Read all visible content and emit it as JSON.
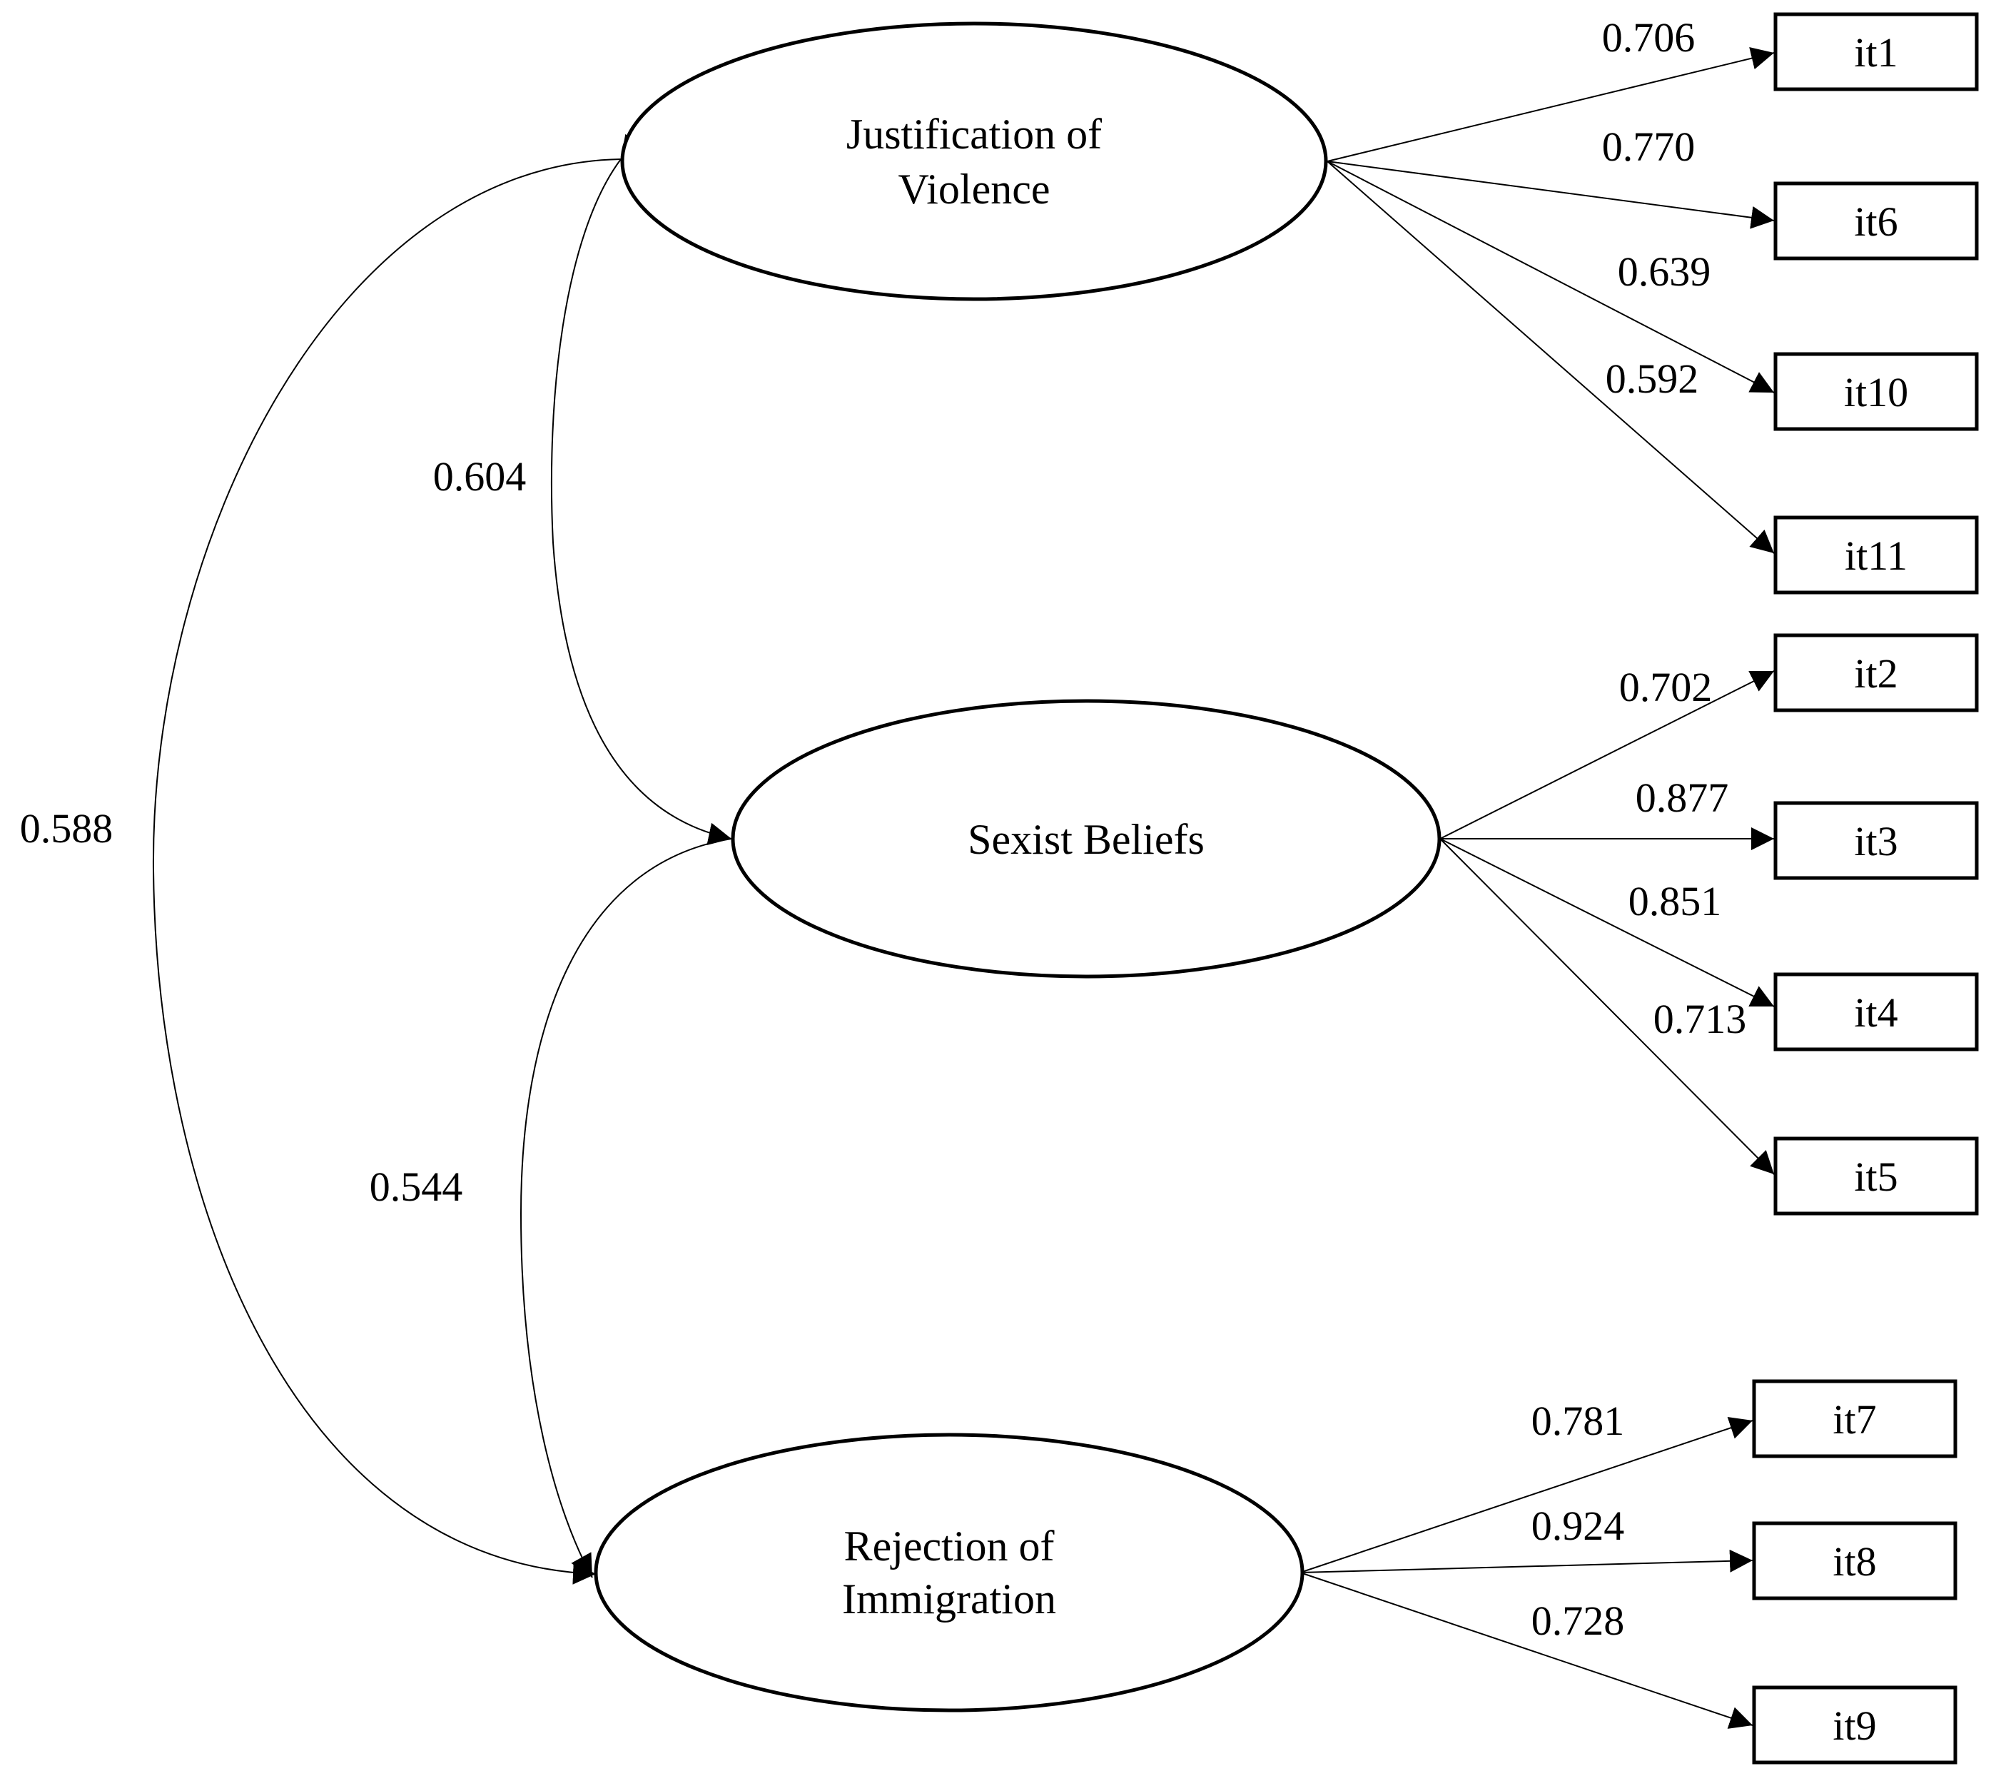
{
  "factors": {
    "jv": {
      "line1": "Justification of",
      "line2": "Violence"
    },
    "sb": {
      "line1": "Sexist Beliefs"
    },
    "ri": {
      "line1": "Rejection of",
      "line2": "Immigration"
    }
  },
  "indicators": {
    "it1": "it1",
    "it6": "it6",
    "it10": "it10",
    "it11": "it11",
    "it2": "it2",
    "it3": "it3",
    "it4": "it4",
    "it5": "it5",
    "it7": "it7",
    "it8": "it8",
    "it9": "it9"
  },
  "loadings": {
    "it1": "0.706",
    "it6": "0.770",
    "it10": "0.639",
    "it11": "0.592",
    "it2": "0.702",
    "it3": "0.877",
    "it4": "0.851",
    "it5": "0.713",
    "it7": "0.781",
    "it8": "0.924",
    "it9": "0.728"
  },
  "correlations": {
    "jv_sb": "0.604",
    "sb_ri": "0.544",
    "jv_ri": "0.588"
  }
}
